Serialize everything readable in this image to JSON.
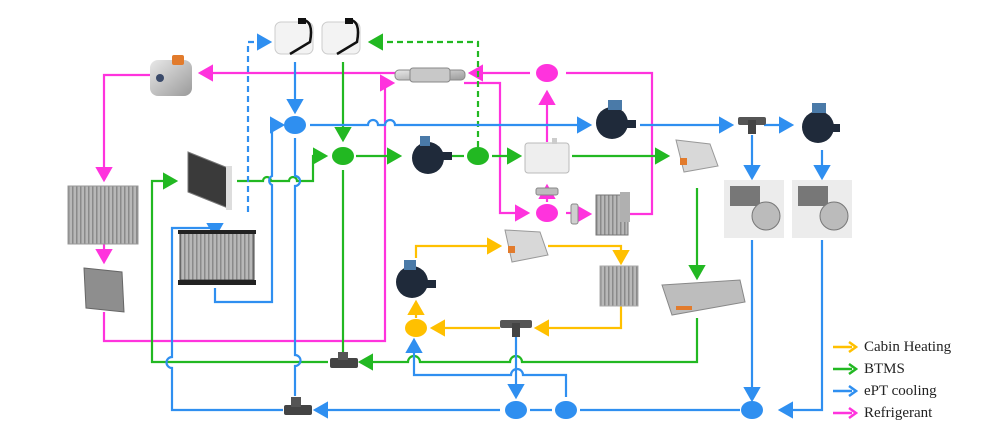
{
  "diagram": {
    "title": "Vehicle thermal management loops",
    "colors": {
      "cabin_heating": "#FFC000",
      "btms": "#22B822",
      "ept_cooling": "#2F8FF0",
      "refrigerant": "#FF33DD"
    },
    "components": [
      {
        "id": "compressor",
        "label": "Electric A/C compressor"
      },
      {
        "id": "expansion-tank-1",
        "label": "Expansion tank (ePT)"
      },
      {
        "id": "expansion-tank-2",
        "label": "Expansion tank (BTMS)"
      },
      {
        "id": "ihx",
        "label": "Internal heat exchanger"
      },
      {
        "id": "condenser-large",
        "label": "Condenser"
      },
      {
        "id": "condenser-small",
        "label": "Sub-cooler"
      },
      {
        "id": "lt-radiator",
        "label": "Low-temp radiator"
      },
      {
        "id": "radiator",
        "label": "Radiator"
      },
      {
        "id": "pump-btms",
        "label": "BTMS coolant pump"
      },
      {
        "id": "pump-ept-1",
        "label": "ePT coolant pump 1"
      },
      {
        "id": "pump-ept-2",
        "label": "ePT coolant pump 2"
      },
      {
        "id": "pump-cabin",
        "label": "Cabin heating pump"
      },
      {
        "id": "chiller",
        "label": "Chiller"
      },
      {
        "id": "expansion-valve-1",
        "label": "Expansion valve (chiller)"
      },
      {
        "id": "expansion-valve-2",
        "label": "Expansion valve (evaporator)"
      },
      {
        "id": "evaporator",
        "label": "Evaporator"
      },
      {
        "id": "onboard-charger",
        "label": "On-board charger"
      },
      {
        "id": "ptc-heater",
        "label": "High-voltage heater"
      },
      {
        "id": "heater-core",
        "label": "Heater core"
      },
      {
        "id": "battery-pack",
        "label": "Battery pack"
      },
      {
        "id": "edrive-1",
        "label": "E-drive unit 1"
      },
      {
        "id": "edrive-2",
        "label": "E-drive unit 2"
      },
      {
        "id": "valve-tee-ept",
        "label": "3-way valve (ePT)"
      },
      {
        "id": "valve-tee-cabin",
        "label": "3-way valve (cabin)"
      },
      {
        "id": "valve-bottom-1",
        "label": "Multi-way valve (BTMS)"
      },
      {
        "id": "valve-bottom-2",
        "label": "Multi-way valve (ePT)"
      }
    ]
  },
  "legend": {
    "items": [
      {
        "label": "Cabin Heating",
        "color": "#FFC000"
      },
      {
        "label": "BTMS",
        "color": "#22B822"
      },
      {
        "label": "ePT cooling",
        "color": "#2F8FF0"
      },
      {
        "label": "Refrigerant",
        "color": "#FF33DD"
      }
    ]
  }
}
